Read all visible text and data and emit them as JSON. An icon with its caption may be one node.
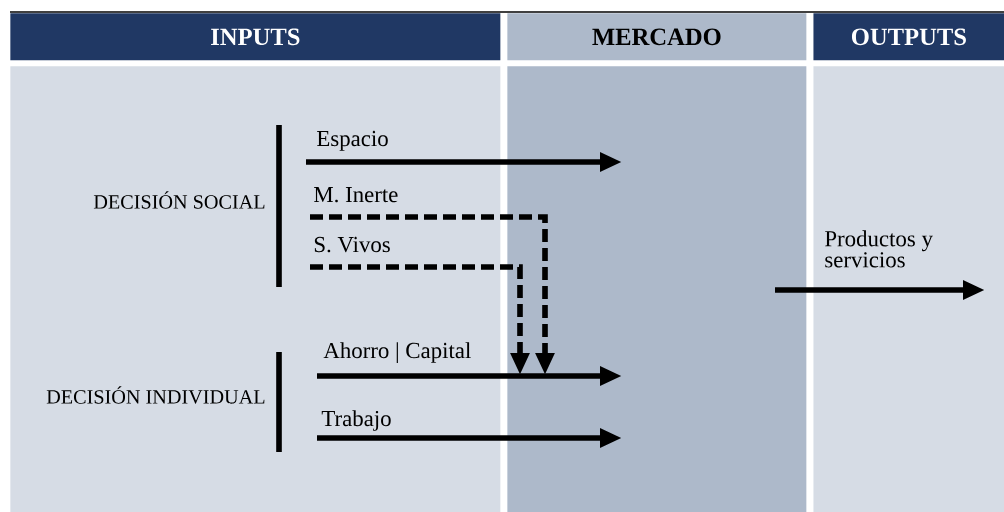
{
  "diagram": {
    "nodes": [
      {
        "text": [
          "INPUTS"
        ]
      },
      {
        "text": [
          "MERCADO"
        ]
      },
      {
        "text": [
          "OUTPUTS"
        ]
      },
      {
        "text": [],
        "shape": "box"
      },
      {
        "text": [],
        "shape": "box"
      },
      {
        "text": [],
        "shape": "box"
      }
    ],
    "edges": [
      {
        "from": 3,
        "to": 4,
        "arrow": "to",
        "label": "Espacio"
      },
      {
        "from": 3,
        "to": 4,
        "arrow": "to",
        "label": "M. Inerte",
        "style": "dashed"
      },
      {
        "from": 3,
        "to": 4,
        "arrow": "to",
        "label": "S. Vivos",
        "style": "dashed"
      },
      {
        "from": 3,
        "to": 4,
        "arrow": "to",
        "label": "Ahorro | Capital"
      },
      {
        "from": 3,
        "to": 4,
        "arrow": "to",
        "label": "Trabajo"
      },
      {
        "from": 4,
        "to": 5,
        "arrow": "to",
        "label": "Productos y servicios"
      }
    ],
    "labels": [
      "DECISIÓN SOCIAL",
      "DECISIÓN INDIVIDUAL"
    ]
  }
}
